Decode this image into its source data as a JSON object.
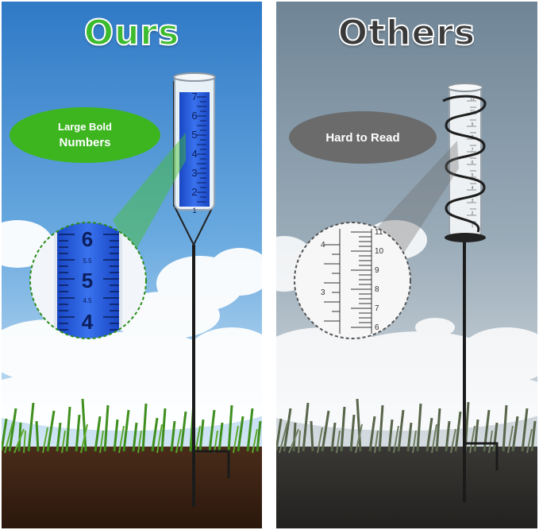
{
  "left_panel": {
    "title": "Ours",
    "callout": {
      "line1": "Large Bold",
      "line2": "Numbers"
    },
    "gauge_scale": [
      "7",
      "6",
      "5",
      "4",
      "3",
      "2",
      "1"
    ],
    "zoom_scale": [
      "6",
      "5",
      "4"
    ],
    "zoom_half_labels": [
      "5.5",
      "4.5"
    ],
    "colors": {
      "title": "#3dbb2e",
      "callout": "#3cb51f",
      "liquid": "#1f56d6"
    }
  },
  "right_panel": {
    "title": "Others",
    "callout": "Hard to Read",
    "gauge_scale": [
      "11",
      "10",
      "9",
      "8",
      "7",
      "6",
      "5",
      "4",
      "3",
      "2",
      "1"
    ],
    "zoom_scale_right": [
      "11",
      "10",
      "9",
      "8",
      "7",
      "6"
    ],
    "zoom_scale_left": [
      "4",
      "3"
    ],
    "colors": {
      "title": "#3a3a3a",
      "callout": "#6b6b6b"
    }
  }
}
